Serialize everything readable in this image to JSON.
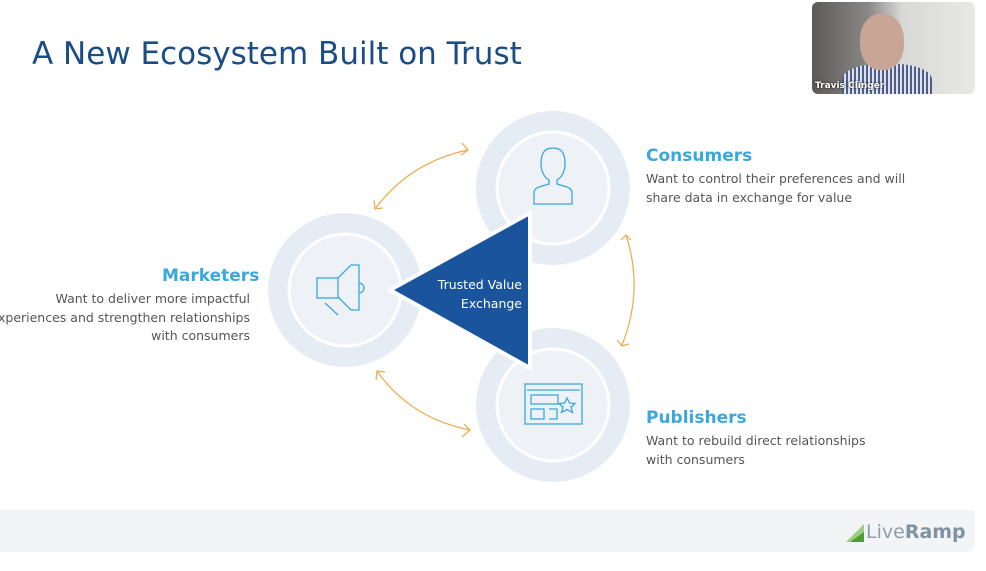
{
  "slide": {
    "title": "A New Ecosystem Built on Trust",
    "center_label_line1": "Trusted Value",
    "center_label_line2": "Exchange",
    "nodes": [
      {
        "heading": "Consumers",
        "description_lines": [
          "Want to control their preferences and will",
          "share data in exchange for value"
        ],
        "icon": "person-icon"
      },
      {
        "heading": "Marketers",
        "description_lines": [
          "Want to deliver more impactful",
          "experiences and strengthen relationships",
          "with consumers"
        ],
        "icon": "megaphone-icon"
      },
      {
        "heading": "Publishers",
        "description_lines": [
          "Want to rebuild direct relationships",
          "with consumers"
        ],
        "icon": "webpage-star-icon"
      }
    ],
    "logo_text_light": "Live",
    "logo_text_bold": "Ramp"
  },
  "video": {
    "participant_name": "Travis Clinger"
  },
  "colors": {
    "title": "#1a4d86",
    "accent": "#3aa8dc",
    "triangle": "#1a549c",
    "arrows": "#f0a94a",
    "circles": "#e6ecf3"
  }
}
